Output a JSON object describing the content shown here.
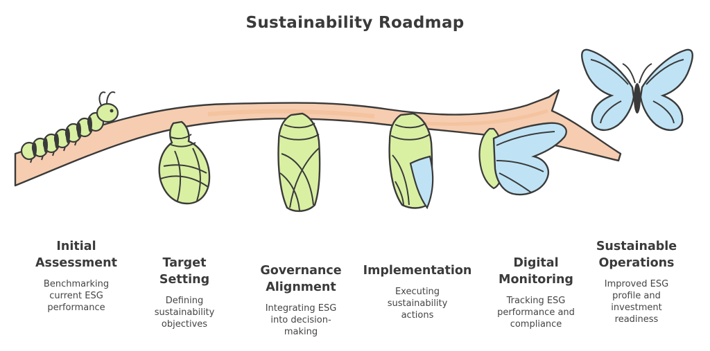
{
  "title": "Sustainability Roadmap",
  "colors": {
    "branch": "#f6cdb0",
    "branch_shading": "#f3bf99",
    "green": "#d9f0a3",
    "blue": "#bfe3f5",
    "outline": "#3a3a3a"
  },
  "stages": [
    {
      "title_lines": [
        "Initial",
        "Assessment"
      ],
      "desc_lines": [
        "Benchmarking",
        "current ESG",
        "performance"
      ],
      "icon": "caterpillar-icon"
    },
    {
      "title_lines": [
        "Target",
        "Setting"
      ],
      "desc_lines": [
        "Defining",
        "sustainability",
        "objectives"
      ],
      "icon": "cocoon-icon"
    },
    {
      "title_lines": [
        "Governance",
        "Alignment"
      ],
      "desc_lines": [
        "Integrating ESG",
        "into decision-",
        "making"
      ],
      "icon": "chrysalis-icon"
    },
    {
      "title_lines": [
        "Implementation"
      ],
      "desc_lines": [
        "Executing",
        "sustainability",
        "actions"
      ],
      "icon": "opening-chrysalis-icon"
    },
    {
      "title_lines": [
        "Digital",
        "Monitoring"
      ],
      "desc_lines": [
        "Tracking ESG",
        "performance and",
        "compliance"
      ],
      "icon": "emerging-butterfly-icon"
    },
    {
      "title_lines": [
        "Sustainable",
        "Operations"
      ],
      "desc_lines": [
        "Improved ESG",
        "profile and",
        "investment",
        "readiness"
      ],
      "icon": "butterfly-icon"
    }
  ]
}
